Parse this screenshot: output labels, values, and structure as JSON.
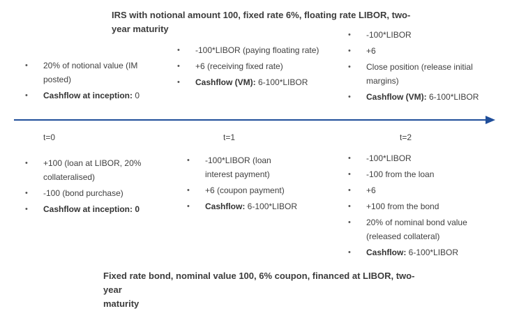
{
  "top_title_line1": "IRS with notional amount 100, fixed rate 6%, floating rate LIBOR, two-",
  "top_title_line2": "year maturity",
  "bottom_title_line1": "Fixed rate bond, nominal value 100, 6% coupon, financed at LIBOR, two-year",
  "bottom_title_line2": "maturity",
  "bullet_glyph": "•",
  "time_labels": [
    "t=0",
    "t=1",
    "t=2"
  ],
  "irs": {
    "t0": {
      "items": [
        {
          "line1": "20% of notional value  (IM",
          "line2": "posted)"
        }
      ],
      "cashflow_label": "Cashflow at inception:",
      "cashflow_value": " 0"
    },
    "t1": {
      "items": [
        {
          "line1": "-100*LIBOR (paying floating rate)"
        },
        {
          "line1": "+6 (receiving fixed rate)"
        }
      ],
      "cashflow_label": "Cashflow (VM):",
      "cashflow_value": " 6-100*LIBOR"
    },
    "t2": {
      "items": [
        {
          "line1": "-100*LIBOR"
        },
        {
          "line1": "+6"
        },
        {
          "line1": "Close position (release initial",
          "line2": "margins)"
        }
      ],
      "cashflow_label": "Cashflow (VM):",
      "cashflow_value": " 6-100*LIBOR"
    }
  },
  "bond": {
    "t0": {
      "items": [
        {
          "line1": "+100 (loan at LIBOR, 20%",
          "line2": "collateralised)"
        },
        {
          "line1": "-100 (bond purchase)"
        }
      ],
      "cashflow_label": "Cashflow at inception: 0",
      "cashflow_value": ""
    },
    "t1": {
      "items": [
        {
          "line1": "-100*LIBOR (loan",
          "line2": "interest payment)"
        },
        {
          "line1": "+6 (coupon payment)"
        }
      ],
      "cashflow_label": "Cashflow:",
      "cashflow_value": " 6-100*LIBOR"
    },
    "t2": {
      "items": [
        {
          "line1": "-100*LIBOR"
        },
        {
          "line1": "-100 from the loan"
        },
        {
          "line1": "+6"
        },
        {
          "line1": "+100 from the bond"
        },
        {
          "line1": "20% of nominal bond value",
          "line2": "(released collateral)"
        }
      ],
      "cashflow_label": "Cashflow:",
      "cashflow_value": " 6-100*LIBOR"
    }
  },
  "colors": {
    "timeline": "#1f4e9a",
    "text": "#404040"
  }
}
